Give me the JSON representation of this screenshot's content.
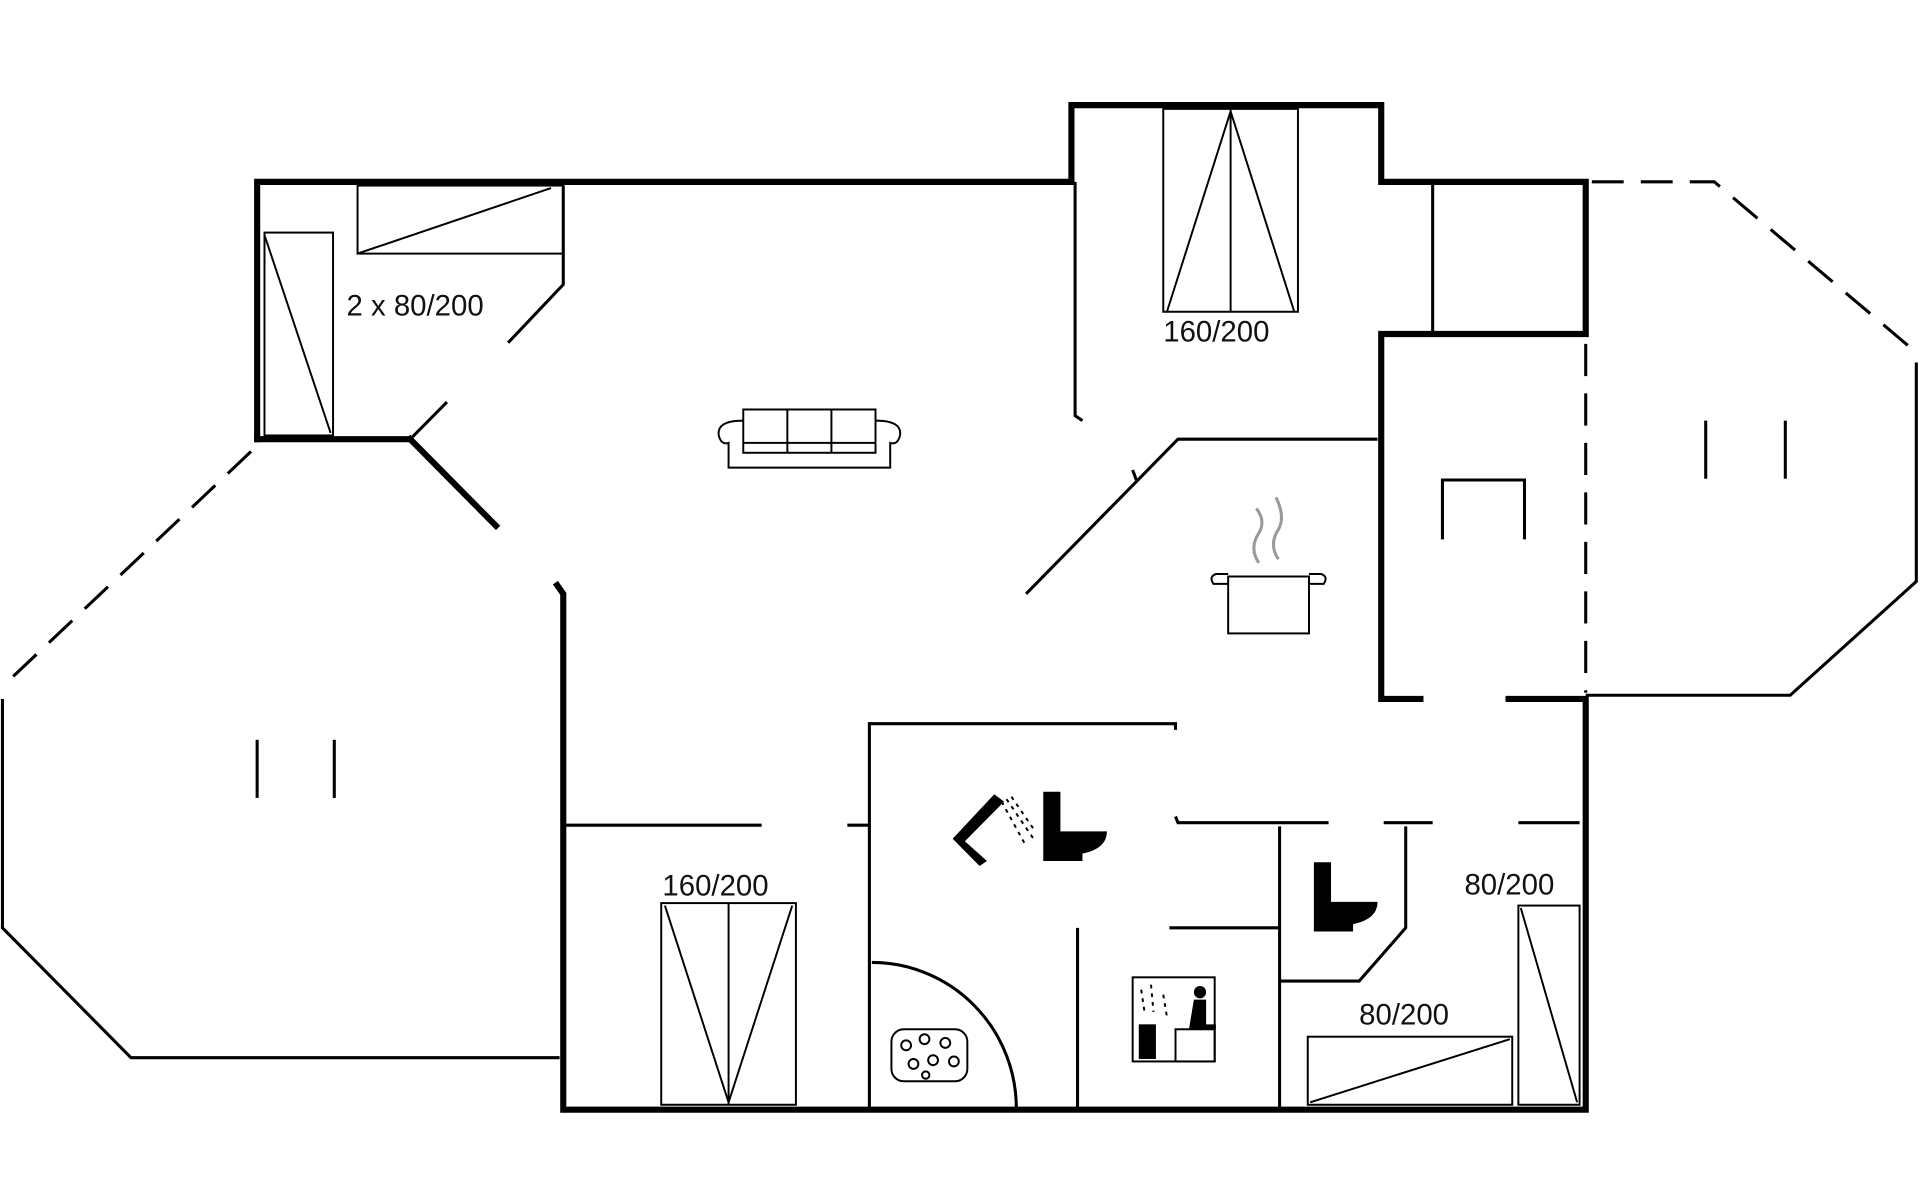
{
  "title": "Floor plan",
  "beds": {
    "top_left": "2 x 80/200",
    "top_center": "160/200",
    "bottom_left": "160/200",
    "bottom_right_vertical": "80/200",
    "bottom_right_horizontal": "80/200"
  },
  "icons": [
    "sofa-icon",
    "cooking-pot-icon",
    "shower-icon",
    "toilet-icon",
    "toilet-icon",
    "sauna-icon",
    "whirlpool-icon",
    "fireplace-icon",
    "terrace-marker-icon"
  ],
  "colors": {
    "wall": "#000000",
    "background": "#ffffff",
    "steam": "#9a9a9a"
  }
}
